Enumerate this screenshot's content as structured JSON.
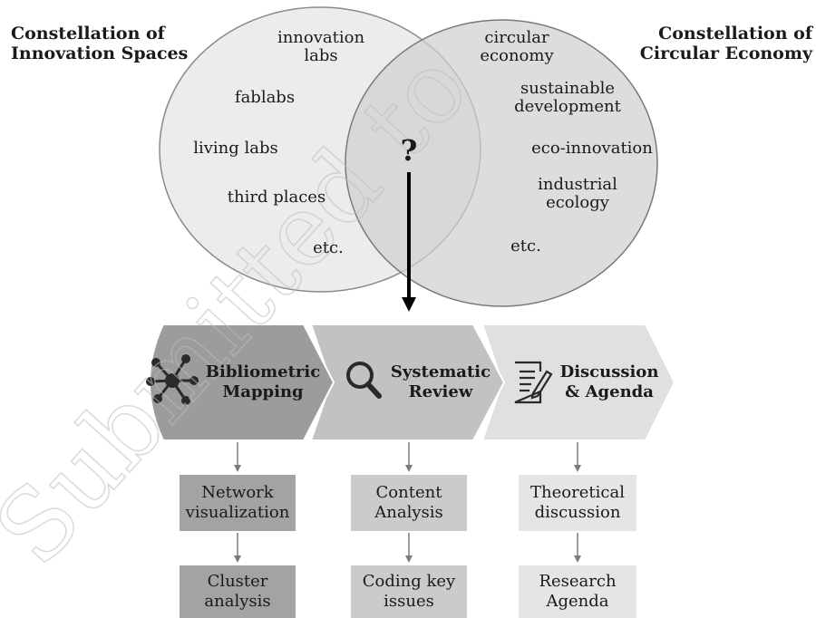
{
  "venn": {
    "left_title": [
      "Constellation of",
      "Innovation Spaces"
    ],
    "right_title": [
      "Constellation of",
      "Circular Economy"
    ],
    "left_terms": [
      [
        "innovation",
        "labs"
      ],
      [
        "fablabs"
      ],
      [
        "living labs"
      ],
      [
        "third places"
      ],
      [
        "etc."
      ]
    ],
    "right_terms": [
      [
        "circular",
        "economy"
      ],
      [
        "sustainable",
        "development"
      ],
      [
        "eco-innovation"
      ],
      [
        "industrial",
        "ecology"
      ],
      [
        "etc."
      ]
    ],
    "intersection_mark": "?"
  },
  "steps": [
    {
      "icon": "network-icon",
      "label": [
        "Bibliometric",
        "Mapping"
      ],
      "color": "#9c9c9c"
    },
    {
      "icon": "magnifier-icon",
      "label": [
        "Systematic",
        "Review"
      ],
      "color": "#c2c2c2"
    },
    {
      "icon": "document-edit-icon",
      "label": [
        "Discussion",
        "& Agenda"
      ],
      "color": "#e0e0e0"
    }
  ],
  "outputs": [
    {
      "boxes": [
        [
          "Network",
          "visualization"
        ],
        [
          "Cluster",
          "analysis"
        ]
      ],
      "color": "#a3a3a3"
    },
    {
      "boxes": [
        [
          "Content",
          "Analysis"
        ],
        [
          "Coding key",
          "issues"
        ]
      ],
      "color": "#cbcbcb"
    },
    {
      "boxes": [
        [
          "Theoretical",
          "discussion"
        ],
        [
          "Research",
          "Agenda"
        ]
      ],
      "color": "#e5e5e5"
    }
  ],
  "watermark": "Submitted to"
}
